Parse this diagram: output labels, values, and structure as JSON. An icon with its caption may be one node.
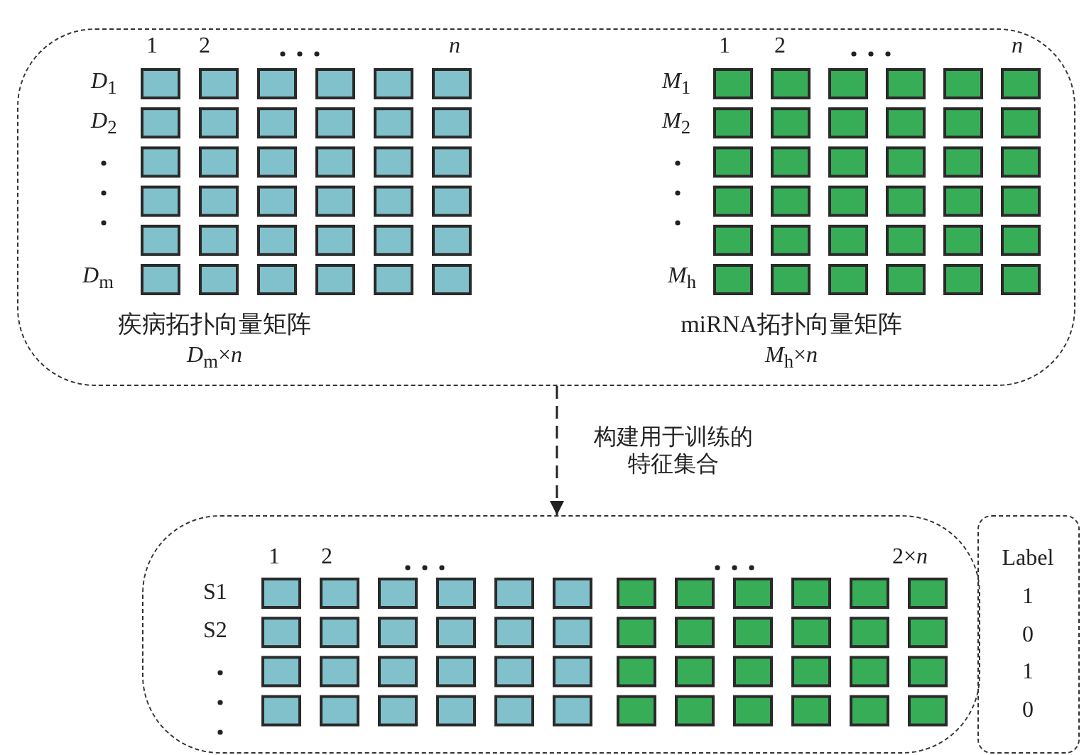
{
  "diagram": {
    "nodes": [
      {
        "text": [],
        "shape": "box"
      },
      {
        "text": [
          "疾病拓扑向量矩阵",
          "*D*$_{m}$×*n*"
        ],
        "in": 0
      },
      {
        "text": [
          "miRNA拓扑向量矩阵",
          "*M*$_{h}$×*n*"
        ],
        "in": 0
      },
      {
        "text": [],
        "shape": "box"
      },
      {
        "text": [
          "Label",
          "1",
          "0",
          "1",
          "0"
        ]
      }
    ],
    "edges": [
      {
        "from": 0,
        "to": 3,
        "arrow": "to",
        "style": "dashed",
        "label": "构建用于训练的特征集合"
      }
    ],
    "labels": [
      "1",
      "2",
      "*n*",
      "1",
      "2",
      "*n*",
      "*D*$_{1}$",
      "*M*$_{1}$",
      "*D*$_{2}$",
      "*M*$_{2}$",
      "*D*$_{m}$",
      "*M*$_{h}$",
      "1",
      "2",
      "2×*n*",
      "S1",
      "S2"
    ]
  }
}
